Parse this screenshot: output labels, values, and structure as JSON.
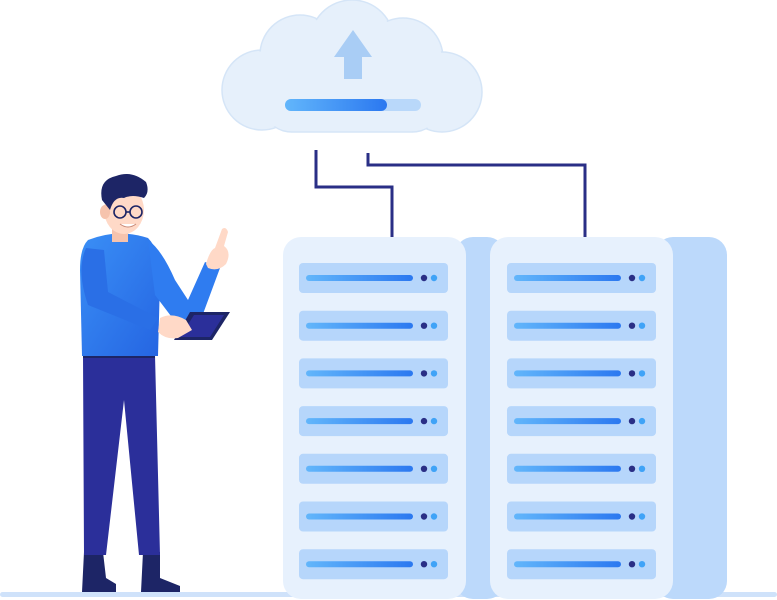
{
  "illustration": {
    "icons": [
      "upload-cloud-icon",
      "upload-arrow-icon",
      "server-rack-icon",
      "person-icon",
      "tablet-icon"
    ],
    "upload_progress": 0.75,
    "server_racks": [
      {
        "slots": 7
      },
      {
        "slots": 7
      }
    ],
    "colors": {
      "cloud": "#e6f0fb",
      "cloud_outline": "#d9e8f8",
      "arrow": "#a9cdf5",
      "progress_track": "#b9d8fa",
      "progress_fill": "#3f8ff5",
      "cable": "#2a2f86",
      "rack_back": "#bcd9fb",
      "rack_front": "#e7f1fd",
      "slot": "#b6d6fb",
      "slot_bar": "#2f86f3",
      "slot_dot_dark": "#2a2f86",
      "slot_dot_light": "#3fa3f7",
      "shirt": "#2f7cf0",
      "pants": "#2b2f9a",
      "hair": "#1d2566",
      "skin": "#ffd9c7",
      "ground": "#cfe2fa"
    }
  }
}
